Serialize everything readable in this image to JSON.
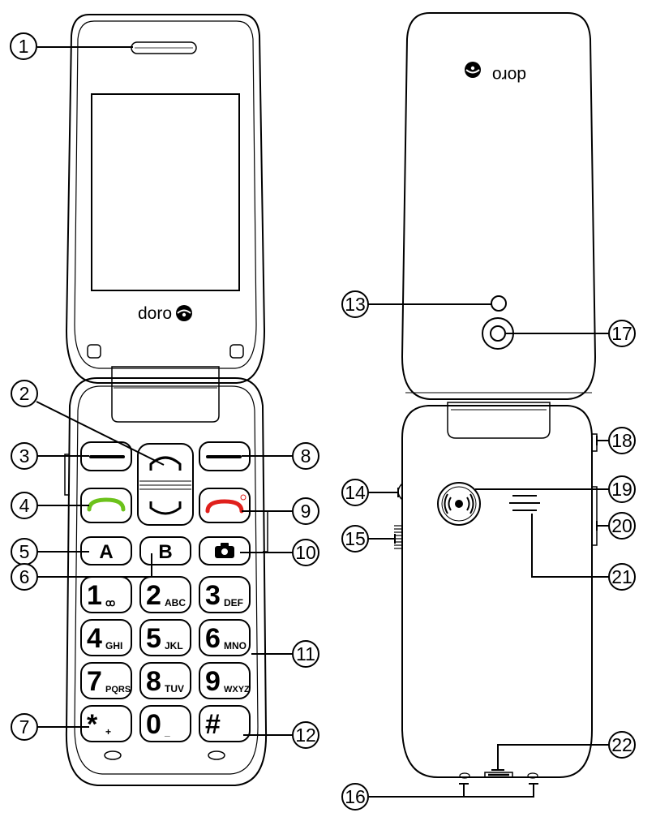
{
  "brand": {
    "logo_text": "doro",
    "logo_text_mirrored": "doro"
  },
  "callouts": [
    "1",
    "2",
    "3",
    "4",
    "5",
    "6",
    "7",
    "8",
    "9",
    "10",
    "11",
    "12",
    "13",
    "14",
    "15",
    "16",
    "17",
    "18",
    "19",
    "20",
    "21",
    "22"
  ],
  "keypad": {
    "soft_a": "A",
    "soft_b": "B",
    "digits": [
      {
        "num": "1",
        "sub": "ꝏ"
      },
      {
        "num": "2",
        "sub": "ABC"
      },
      {
        "num": "3",
        "sub": "DEF"
      },
      {
        "num": "4",
        "sub": "GHI"
      },
      {
        "num": "5",
        "sub": "JKL"
      },
      {
        "num": "6",
        "sub": "MNO"
      },
      {
        "num": "7",
        "sub": "PQRS"
      },
      {
        "num": "8",
        "sub": "TUV"
      },
      {
        "num": "9",
        "sub": "WXYZ"
      },
      {
        "num": "*",
        "sub": "+"
      },
      {
        "num": "0",
        "sub": "_"
      },
      {
        "num": "#",
        "sub": ""
      }
    ]
  },
  "colors": {
    "line": "#000000",
    "call_green": "#6cc21b",
    "end_red": "#e0201c"
  }
}
